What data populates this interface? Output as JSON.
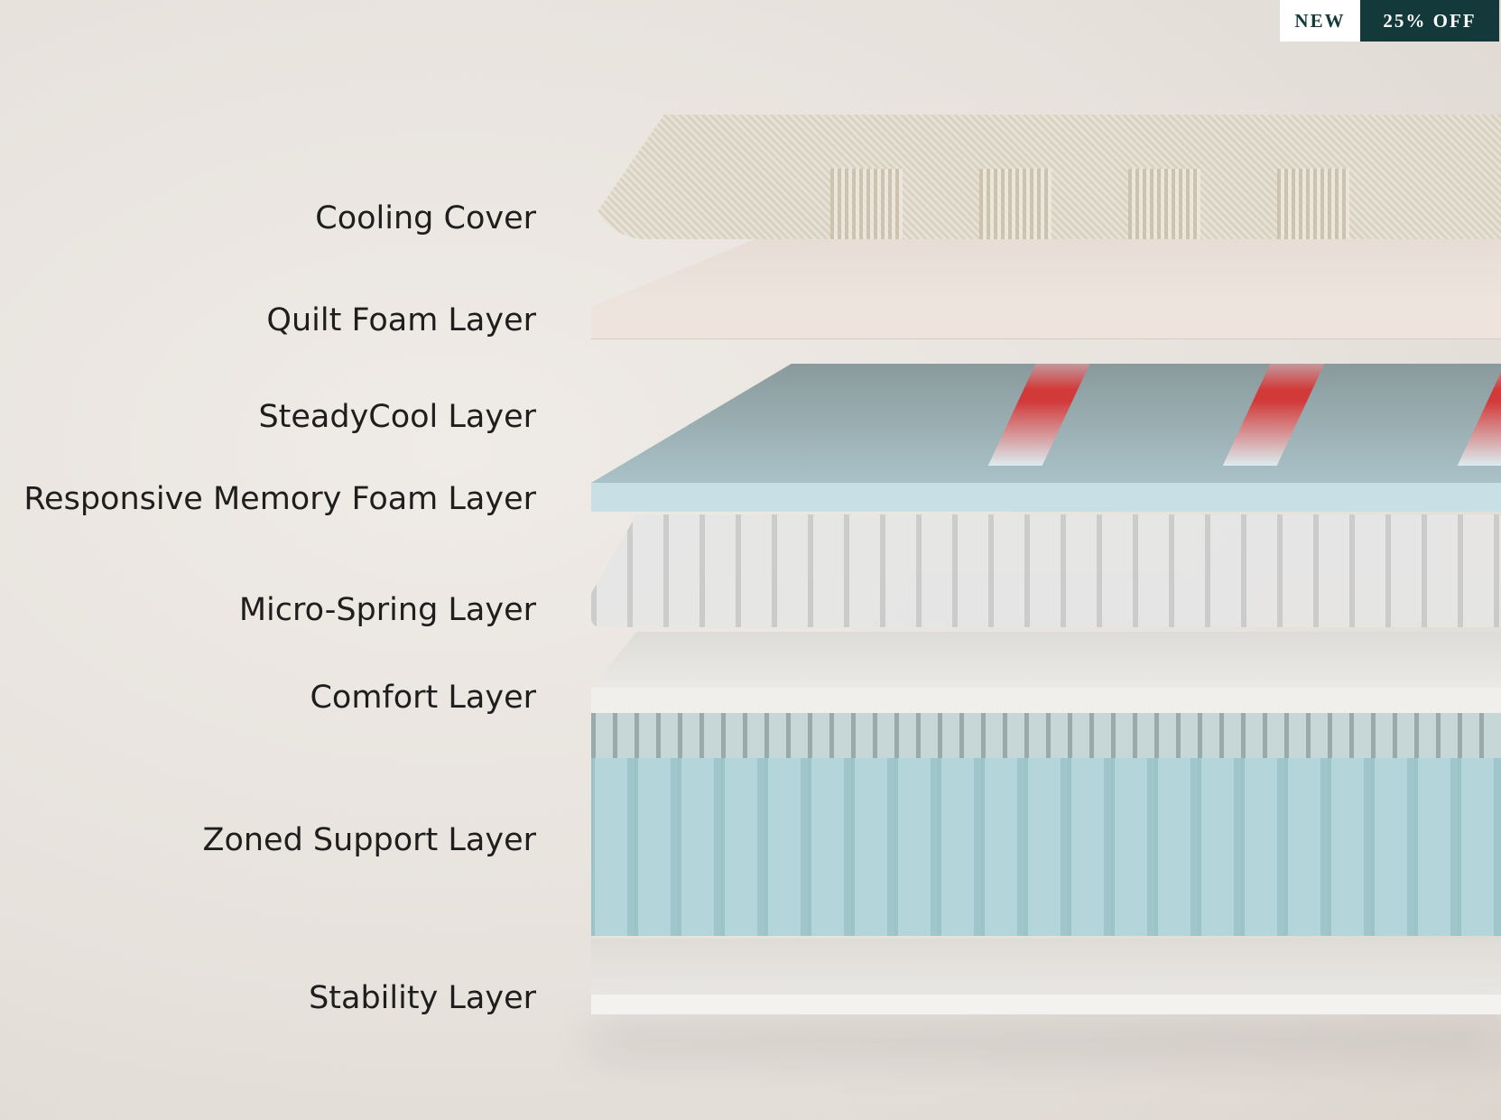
{
  "badges": {
    "new": "NEW",
    "discount": "25% OFF"
  },
  "layers": [
    {
      "label": "Cooling Cover"
    },
    {
      "label": "Quilt Foam Layer"
    },
    {
      "label": "SteadyCool Layer"
    },
    {
      "label": "Responsive Memory Foam Layer"
    },
    {
      "label": "Micro-Spring Layer"
    },
    {
      "label": "Comfort Layer"
    },
    {
      "label": "Zoned Support Layer"
    },
    {
      "label": "Stability Layer"
    }
  ]
}
